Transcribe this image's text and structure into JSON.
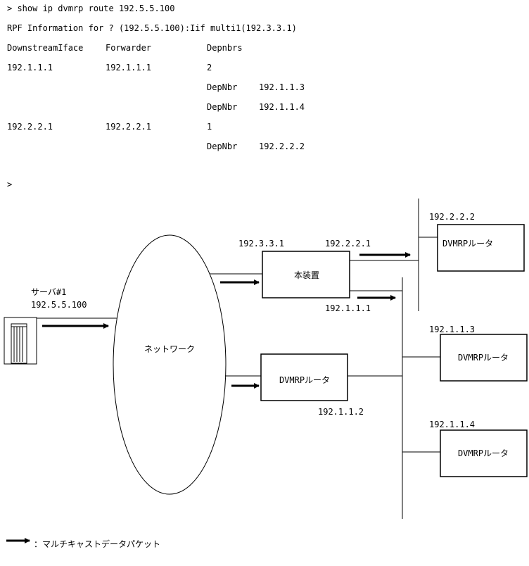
{
  "cli": {
    "command": "> show ip dvmrp route 192.5.5.100",
    "rpf_line": "RPF Information for ? (192.5.5.100):Iif multi1(192.3.3.1)",
    "headers": [
      "DownstreamIface",
      "Forwarder",
      "Depnbrs"
    ],
    "rows": [
      {
        "iface": "192.1.1.1",
        "forwarder": "192.1.1.1",
        "depnbrs": "2"
      },
      {
        "label": "DepNbr",
        "addr": "192.1.1.3"
      },
      {
        "label": "DepNbr",
        "addr": "192.1.1.4"
      },
      {
        "iface": "192.2.2.1",
        "forwarder": "192.2.2.1",
        "depnbrs": "1"
      },
      {
        "label": "DepNbr",
        "addr": "192.2.2.2"
      }
    ],
    "prompt": ">"
  },
  "diagram": {
    "server_label": "サーバ#1",
    "server_ip": "192.5.5.100",
    "network_label": "ネットワーク",
    "this_device_label": "本装置",
    "this_device_upstream_ip": "192.3.3.1",
    "this_device_ip_top": "192.2.2.1",
    "this_device_ip_bottom": "192.1.1.1",
    "dvmrp_router_mid_label": "DVMRPルータ",
    "dvmrp_router_mid_ip": "192.1.1.2",
    "router_a_label": "DVMRPルータ",
    "router_a_ip": "192.2.2.2",
    "router_b_label": "DVMRPルータ",
    "router_b_ip": "192.1.1.3",
    "router_c_label": "DVMRPルータ",
    "router_c_ip": "192.1.1.4"
  },
  "legend": {
    "text": "：マルチキャストデータパケット"
  }
}
